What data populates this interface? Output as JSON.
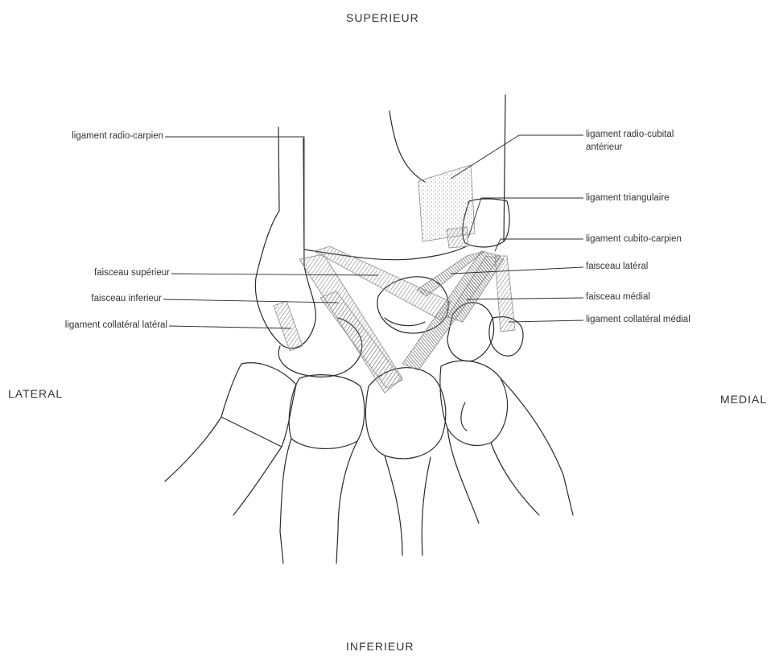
{
  "orientation": {
    "top": "SUPERIEUR",
    "bottom": "INFERIEUR",
    "left": "LATERAL",
    "right": "MEDIAL"
  },
  "labels_left": {
    "radio_carpien": "ligament radio-carpien",
    "faisceau_superieur": "faisceau supérieur",
    "faisceau_inferieur": "faisceau inferieur",
    "collateral_lateral": "ligament collatéral latéral"
  },
  "labels_right": {
    "radio_cubital_line1": "ligament radio-cubital",
    "radio_cubital_line2": "antérieur",
    "triangulaire": "ligament triangulaire",
    "cubito_carpien": "ligament cubito-carpien",
    "faisceau_lateral": "faisceau latéral",
    "faisceau_medial": "faisceau médial",
    "collateral_medial": "ligament collatéral médial"
  },
  "colors": {
    "line": "#2b2b2b",
    "ligament_hatch": "#9a9a9a",
    "ligament_dark": "#7a7a7a"
  }
}
